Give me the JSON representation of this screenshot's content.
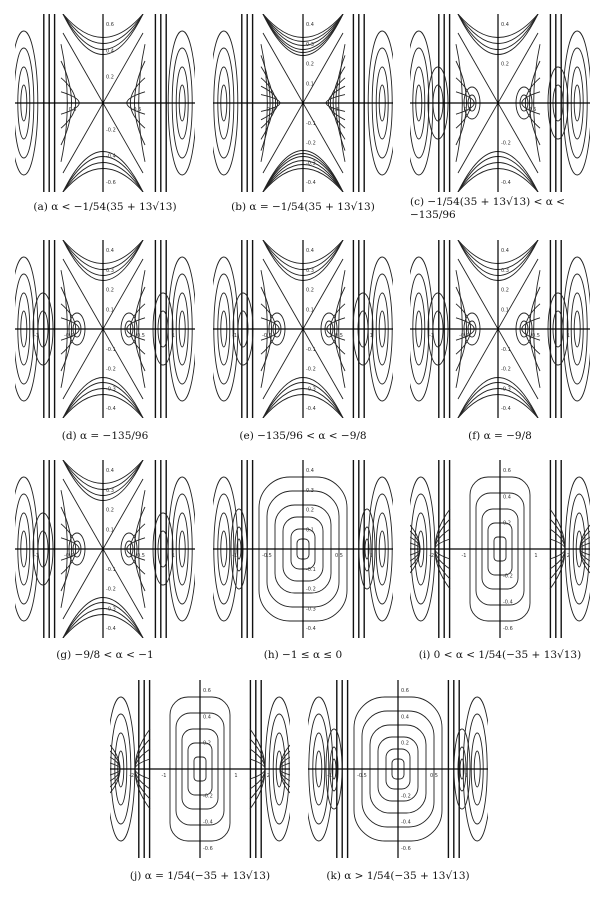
{
  "panels": [
    {
      "id": "a",
      "caption": "(a) α < −1/54(35 + 13√13)",
      "yticks": [
        "0.6",
        "0.4",
        "0.2",
        "-0.2",
        "-0.4",
        "-0.6"
      ],
      "xticks": [
        "0.5",
        "0.5"
      ],
      "axis_var": "x"
    },
    {
      "id": "b",
      "caption": "(b) α = −1/54(35 + 13√13)",
      "yticks": [
        "0.4",
        "0.3",
        "0.2",
        "0.1",
        "-0.1",
        "-0.2",
        "-0.3",
        "-0.4"
      ],
      "xticks": [
        "0.5",
        "0.5"
      ],
      "axis_var": "x"
    },
    {
      "id": "c",
      "caption": "(c) −1/54(35 + 13√13) < α < −135/96",
      "yticks": [
        "0.4",
        "0.2",
        "-0.2",
        "-0.4"
      ],
      "xticks": [
        "0.5",
        "0.5"
      ],
      "axis_var": "x"
    },
    {
      "id": "d",
      "caption": "(d) α = −135/96",
      "yticks": [
        "0.4",
        "0.3",
        "0.2",
        "0.1",
        "-0.1",
        "-0.2",
        "-0.3",
        "-0.4"
      ],
      "xticks": [
        "-1",
        "-0.5",
        "0.5",
        "1"
      ],
      "axis_var": "x"
    },
    {
      "id": "e",
      "caption": "(e) −135/96 < α < −9/8",
      "yticks": [
        "0.4",
        "0.3",
        "0.2",
        "0.1",
        "-0.1",
        "-0.2",
        "-0.3",
        "-0.4"
      ],
      "xticks": [
        "-1",
        "-0.5",
        "0.5",
        "1"
      ],
      "axis_var": "x"
    },
    {
      "id": "f",
      "caption": "(f) α = −9/8",
      "yticks": [
        "0.4",
        "0.3",
        "0.2",
        "0.1",
        "-0.1",
        "-0.2",
        "-0.3",
        "-0.4"
      ],
      "xticks": [
        "-1",
        "-0.5",
        "0.5",
        "1"
      ],
      "axis_var": "x"
    },
    {
      "id": "g",
      "caption": "(g) −9/8 < α < −1",
      "yticks": [
        "0.4",
        "0.3",
        "0.2",
        "0.1",
        "-0.1",
        "-0.2",
        "-0.3",
        "-0.4"
      ],
      "xticks": [
        "-1",
        "-0.5",
        "0.5",
        "1"
      ],
      "axis_var": "x"
    },
    {
      "id": "h",
      "caption": "(h) −1 ≤ α ≤ 0",
      "yticks": [
        "0.4",
        "0.3",
        "0.2",
        "0.1",
        "-0.1",
        "-0.2",
        "-0.3",
        "-0.4"
      ],
      "xticks": [
        "-1",
        "-0.5",
        "0.5",
        "1"
      ],
      "axis_var": "x"
    },
    {
      "id": "i",
      "caption": "(i) 0 < α < 1/54(−35 + 13√13)",
      "yticks": [
        "0.6",
        "0.4",
        "0.2",
        "-0.2",
        "-0.4",
        "-0.6"
      ],
      "xticks": [
        "-2",
        "-1",
        "1",
        "2"
      ],
      "axis_var": "x"
    },
    {
      "id": "j",
      "caption": "(j) α = 1/54(−35 + 13√13)",
      "yticks": [
        "0.6",
        "0.4",
        "0.2",
        "-0.2",
        "-0.4",
        "-0.6"
      ],
      "xticks": [
        "-2",
        "-1",
        "1",
        "2"
      ],
      "axis_var": "x"
    },
    {
      "id": "k",
      "caption": "(k) α > 1/54(−35 + 13√13)",
      "yticks": [
        "0.6",
        "0.4",
        "0.2",
        "-0.2",
        "-0.4",
        "-0.6"
      ],
      "xticks": [
        "-1",
        "-0.5",
        "0.5",
        "1"
      ],
      "axis_var": "x"
    }
  ]
}
